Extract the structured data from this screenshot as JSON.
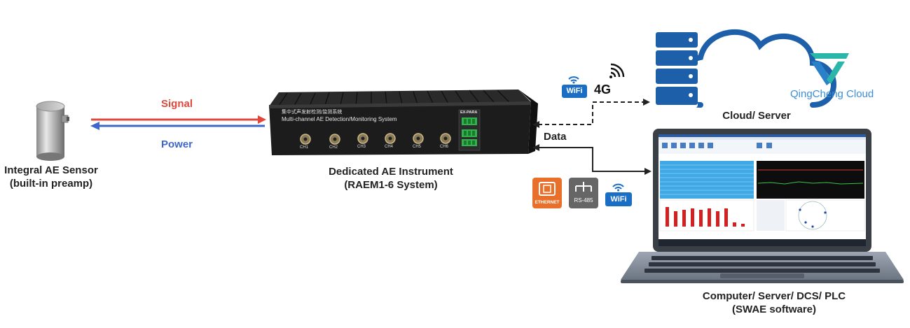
{
  "sensor": {
    "label_line1": "Integral AE Sensor",
    "label_line2": "(built-in preamp)"
  },
  "links": {
    "signal_label": "Signal",
    "power_label": "Power",
    "data_label": "Data",
    "signal_color": "#e0473a",
    "power_color": "#3f67c9"
  },
  "instrument": {
    "title_line1": "Dedicated AE Instrument",
    "title_line2": "(RAEM1-6 System)",
    "panel_cn": "集中式声发射检测/监测系统",
    "panel_en": "Multi-channel AE Detection/Monitoring System",
    "terminal_label": "EX-PARA",
    "channels": [
      "CH1",
      "CH2",
      "CH3",
      "CH4",
      "CH5",
      "CH6"
    ]
  },
  "wireless": {
    "wifi_text": "WiFi",
    "cellular_text": "4G"
  },
  "cloud": {
    "label": "Cloud/ Server",
    "brand": "QingCheng Cloud",
    "brand_color": "#3a8fd9",
    "logo_color": "#2ab7a9"
  },
  "interfaces": {
    "ethernet_text": "ETHERNET",
    "rs485_text": "RS-485",
    "wifi_text": "WiFi",
    "ethernet_color": "#e8702a",
    "rs485_color": "#666666",
    "wifi_color": "#1a6fc4"
  },
  "computer": {
    "label_line1": "Computer/ Server/ DCS/ PLC",
    "label_line2": "(SWAE software)"
  }
}
